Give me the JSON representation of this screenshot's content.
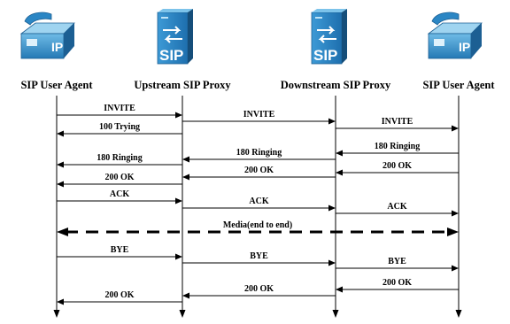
{
  "diagram": {
    "participants": [
      {
        "id": "ua1",
        "label": "SIP User Agent",
        "icon": "ip-phone-icon"
      },
      {
        "id": "up",
        "label": "Upstream SIP Proxy",
        "icon": "sip-server-icon"
      },
      {
        "id": "down",
        "label": "Downstream SIP Proxy",
        "icon": "sip-server-icon"
      },
      {
        "id": "ua2",
        "label": "SIP User Agent",
        "icon": "ip-phone-icon"
      }
    ],
    "icon_text": {
      "phone": "IP",
      "server": "SIP"
    },
    "colors": {
      "device_blue": "#2b86c4",
      "device_dark": "#1c5f93",
      "device_light": "#7cc3ea",
      "line": "#000000"
    },
    "messages": [
      {
        "from": "ua1",
        "to": "up",
        "label": "INVITE"
      },
      {
        "from": "up",
        "to": "down",
        "label": "INVITE"
      },
      {
        "from": "down",
        "to": "ua2",
        "label": "INVITE"
      },
      {
        "from": "up",
        "to": "ua1",
        "label": "100 Trying"
      },
      {
        "from": "ua2",
        "to": "down",
        "label": "180 Ringing"
      },
      {
        "from": "down",
        "to": "up",
        "label": "180 Ringing"
      },
      {
        "from": "up",
        "to": "ua1",
        "label": "180 Ringing"
      },
      {
        "from": "ua2",
        "to": "down",
        "label": "200 OK"
      },
      {
        "from": "down",
        "to": "up",
        "label": "200 OK"
      },
      {
        "from": "up",
        "to": "ua1",
        "label": "200 OK"
      },
      {
        "from": "ua1",
        "to": "up",
        "label": "ACK"
      },
      {
        "from": "up",
        "to": "down",
        "label": "ACK"
      },
      {
        "from": "down",
        "to": "ua2",
        "label": "ACK"
      },
      {
        "from": "ua1",
        "to": "ua2",
        "label": "Media(end to end)",
        "style": "media"
      },
      {
        "from": "ua1",
        "to": "up",
        "label": "BYE"
      },
      {
        "from": "up",
        "to": "down",
        "label": "BYE"
      },
      {
        "from": "down",
        "to": "ua2",
        "label": "BYE"
      },
      {
        "from": "ua2",
        "to": "down",
        "label": "200 OK"
      },
      {
        "from": "down",
        "to": "up",
        "label": "200 OK"
      },
      {
        "from": "up",
        "to": "ua1",
        "label": "200 OK"
      }
    ]
  }
}
